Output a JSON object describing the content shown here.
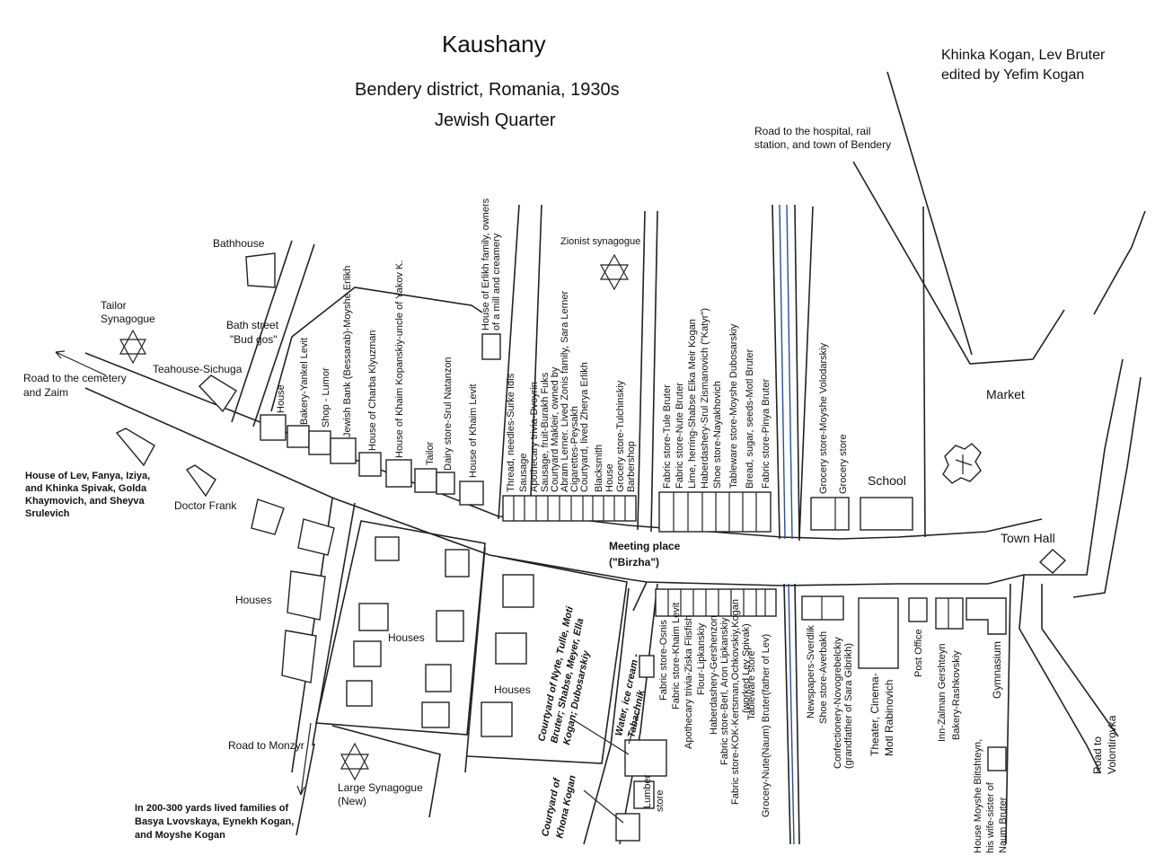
{
  "title": "Kaushany",
  "subtitle": "Bendery district, Romania, 1930s",
  "subtitle2": "Jewish Quarter",
  "credits": {
    "line1": "Khinka Kogan, Lev Bruter",
    "line2": "edited by Yefim Kogan"
  },
  "roads": {
    "hospital": [
      "Road to the hospital, rail",
      "station, and town of Bendery"
    ],
    "cemetery": [
      "Road to the cemetery",
      "and Zaim"
    ],
    "monzyr": "Road to Monzyr",
    "volontirovka": [
      "Road to",
      "Volontirovka"
    ]
  },
  "places": {
    "bathhouse": "Bathhouse",
    "tailor_syn": [
      "Tailor",
      "Synagogue"
    ],
    "bath_street": [
      "Bath street",
      "\"Bud gos\""
    ],
    "teahouse": "Teahouse-Sichuga",
    "house_lev": [
      "House of Lev, Fanya, Iziya,",
      "and Khinka Spivak, Golda",
      "Khaymovich, and Sheyva",
      "Srulevich"
    ],
    "doctor": "Doctor Frank",
    "houses_left": "Houses",
    "houses_mid": "Houses",
    "houses_mid2": "Houses",
    "large_syn": [
      "Large Synagogue",
      "(New)"
    ],
    "families": [
      "In 200-300 yards lived families of",
      "Basya Lvovskaya, Eynekh Kogan,",
      "and Moyshe Kogan"
    ],
    "zionist": "Zionist synagogue",
    "meeting": [
      "Meeting place",
      "(\"Birzha\")"
    ],
    "market": "Market",
    "school": "School",
    "town_hall": "Town Hall"
  },
  "row1_labels": [
    "House",
    "Bakery-Yankel Levit",
    "Shop - Lumor",
    "Jewish Bank (Bessarab)-Moyshe Erlikh",
    "House of Charba Klyuzman",
    "House of Khaim Kopanskiy-uncle of Yakov K.",
    "Tailor",
    "Dairy store-Srul Natanzon",
    "House of Khaim Levit"
  ],
  "erlikh_house": [
    "House of Erlikh family, owners",
    "of a mill and creamery"
  ],
  "row2_labels": [
    "Thread, needles-Surke Idis",
    "Sausage",
    "Apothecary trivia-Dvoyrin",
    "Sausage, fruit-Burakh Fuks",
    "Courtyard Makleir, owned by",
    "Abram Lerner. Lived Zonis family, Sara Lerner",
    "Cigarettes-Peysakh",
    "Courtyard, lived Zherya Erlikh",
    "Blacksmith",
    "House",
    "Grocery store-Tulchinskiy",
    "Barbershop"
  ],
  "row3_labels": [
    "Fabric store-Tule Bruter",
    "Fabric store-Nute Bruter",
    "Lime, herring-Shabse Elka Meir Kogan",
    "Haberdashery-Srul Zismanovich (\"Katyr\")",
    "Shoe store-Nayakhovich",
    "Tableware store-Moyshe Dubosarskiy",
    "Bread, sugar, seeds-Motl Bruter",
    "Fabric store-Pinya Bruter"
  ],
  "row4_labels": [
    "Grocery store-Moyshe Volodarskiy",
    "Grocery store"
  ],
  "row5_labels": [
    "Fabric store-Osnis",
    "Fabric store-Khaim Levit",
    "Apothecary trivia-Ziska Flisfish",
    "Flour-Lipkanskiy",
    "Haberdashery-Gershenzon",
    "Fabric store-Berl, Aron Lipkanskiy",
    "Fabric store-KOK-Kertsman,Ochkovskiy,Kogan",
    "(worked Lev Spivak)",
    "Tableware store",
    "Grocery-Nute(Naum) Bruter(father of Lev)"
  ],
  "row6_labels": [
    "Newspapers-Sverdlik",
    "Shoe store-Averbakh",
    "Confectionery-Novogrebelckiy",
    "(grandfather of Sara Gibrikh)",
    "Theater, Cinema-",
    "Motl Rabinovich",
    "Post Office",
    "Inn-Zalman Gershteyn",
    "Bakery-Rashkovskiy",
    "Gymnasium",
    "House Moyshe Blitshteyn,",
    "his wife-sister of",
    "Naum Bruter"
  ],
  "courtyards": {
    "nyte": [
      "Courtyard of Nyte, Tulle, Moti",
      "Bruter; Shabse, Meyer, Ella",
      "Kogan; Dubosarskiy"
    ],
    "water": [
      "Water, ice cream -",
      "Tabachnik"
    ],
    "khona": [
      "Courtyard of",
      "Khona Kogan"
    ],
    "lumber": [
      "Lumber",
      "store"
    ]
  }
}
